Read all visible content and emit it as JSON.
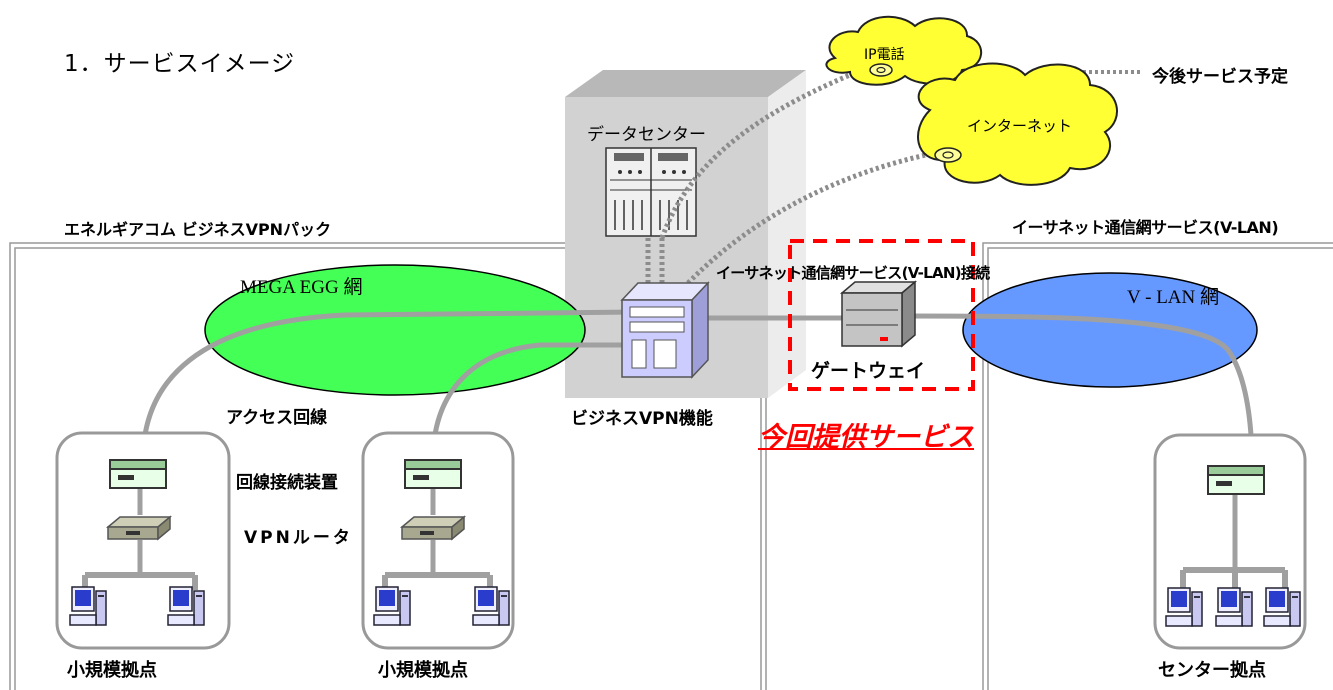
{
  "section_title": "1．サービスイメージ",
  "legend": {
    "future_service": "今後サービス予定"
  },
  "cloud_ip_phone": "IP電話",
  "cloud_internet": "インターネット",
  "data_center": "データセンター",
  "left_region_title": "エネルギアコム ビジネスVPNパック",
  "right_region_title": "イーサネット通信網サービス(V-LAN)",
  "mega_egg_network": "MEGA EGG 網",
  "vlan_network": "V - LAN 網",
  "vlan_connection": "イーサネット通信網サービス(V-LAN)接続",
  "gateway": "ゲートウェイ",
  "access_line": "アクセス回線",
  "business_vpn_function": "ビジネスVPN機能",
  "this_service": "今回提供サービス",
  "line_connection_device": "回線接続装置",
  "vpn_router": "VPNルータ",
  "small_site_1": "小規模拠点",
  "small_site_2": "小規模拠点",
  "center_site": "センター拠点",
  "colors": {
    "mega_egg": "#44ff55",
    "vlan": "#6699ff",
    "cloud": "#ffff33",
    "highlight": "#ff0000",
    "line": "#a0a0a0",
    "server": "#ccccff"
  }
}
